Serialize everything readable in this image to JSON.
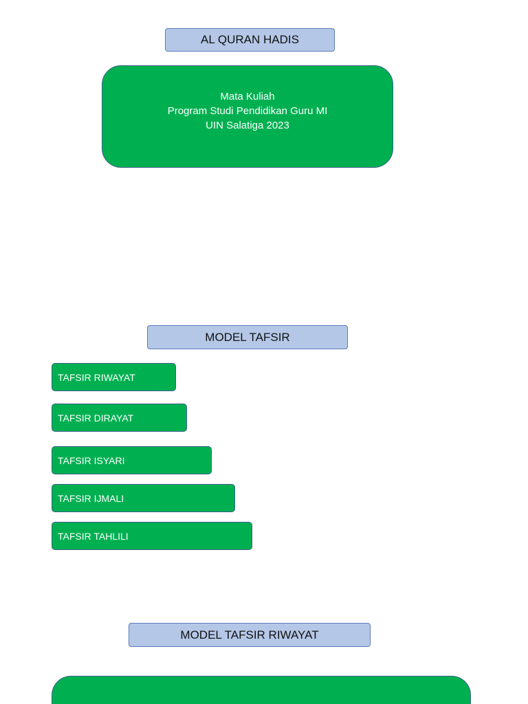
{
  "header": {
    "title": "AL QURAN HADIS"
  },
  "info_box": {
    "line1": "Mata Kuliah",
    "line2": "Program Studi Pendidikan Guru MI",
    "line3": "UIN Salatiga 2023"
  },
  "model_tafsir": {
    "title": "MODEL TAFSIR",
    "items": [
      {
        "label": "TAFSIR RIWAYAT"
      },
      {
        "label": "TAFSIR DIRAYAT"
      },
      {
        "label": "TAFSIR ISYARI"
      },
      {
        "label": "TAFSIR IJMALI"
      },
      {
        "label": "TAFSIR TAHLILI"
      }
    ]
  },
  "model_tafsir_riwayat": {
    "title": "MODEL TAFSIR RIWAYAT"
  },
  "colors": {
    "title_box_fill": "#b4c7e7",
    "title_box_border": "#5a7ab8",
    "green_fill": "#00b050",
    "border_dark": "#3a5f8a"
  }
}
